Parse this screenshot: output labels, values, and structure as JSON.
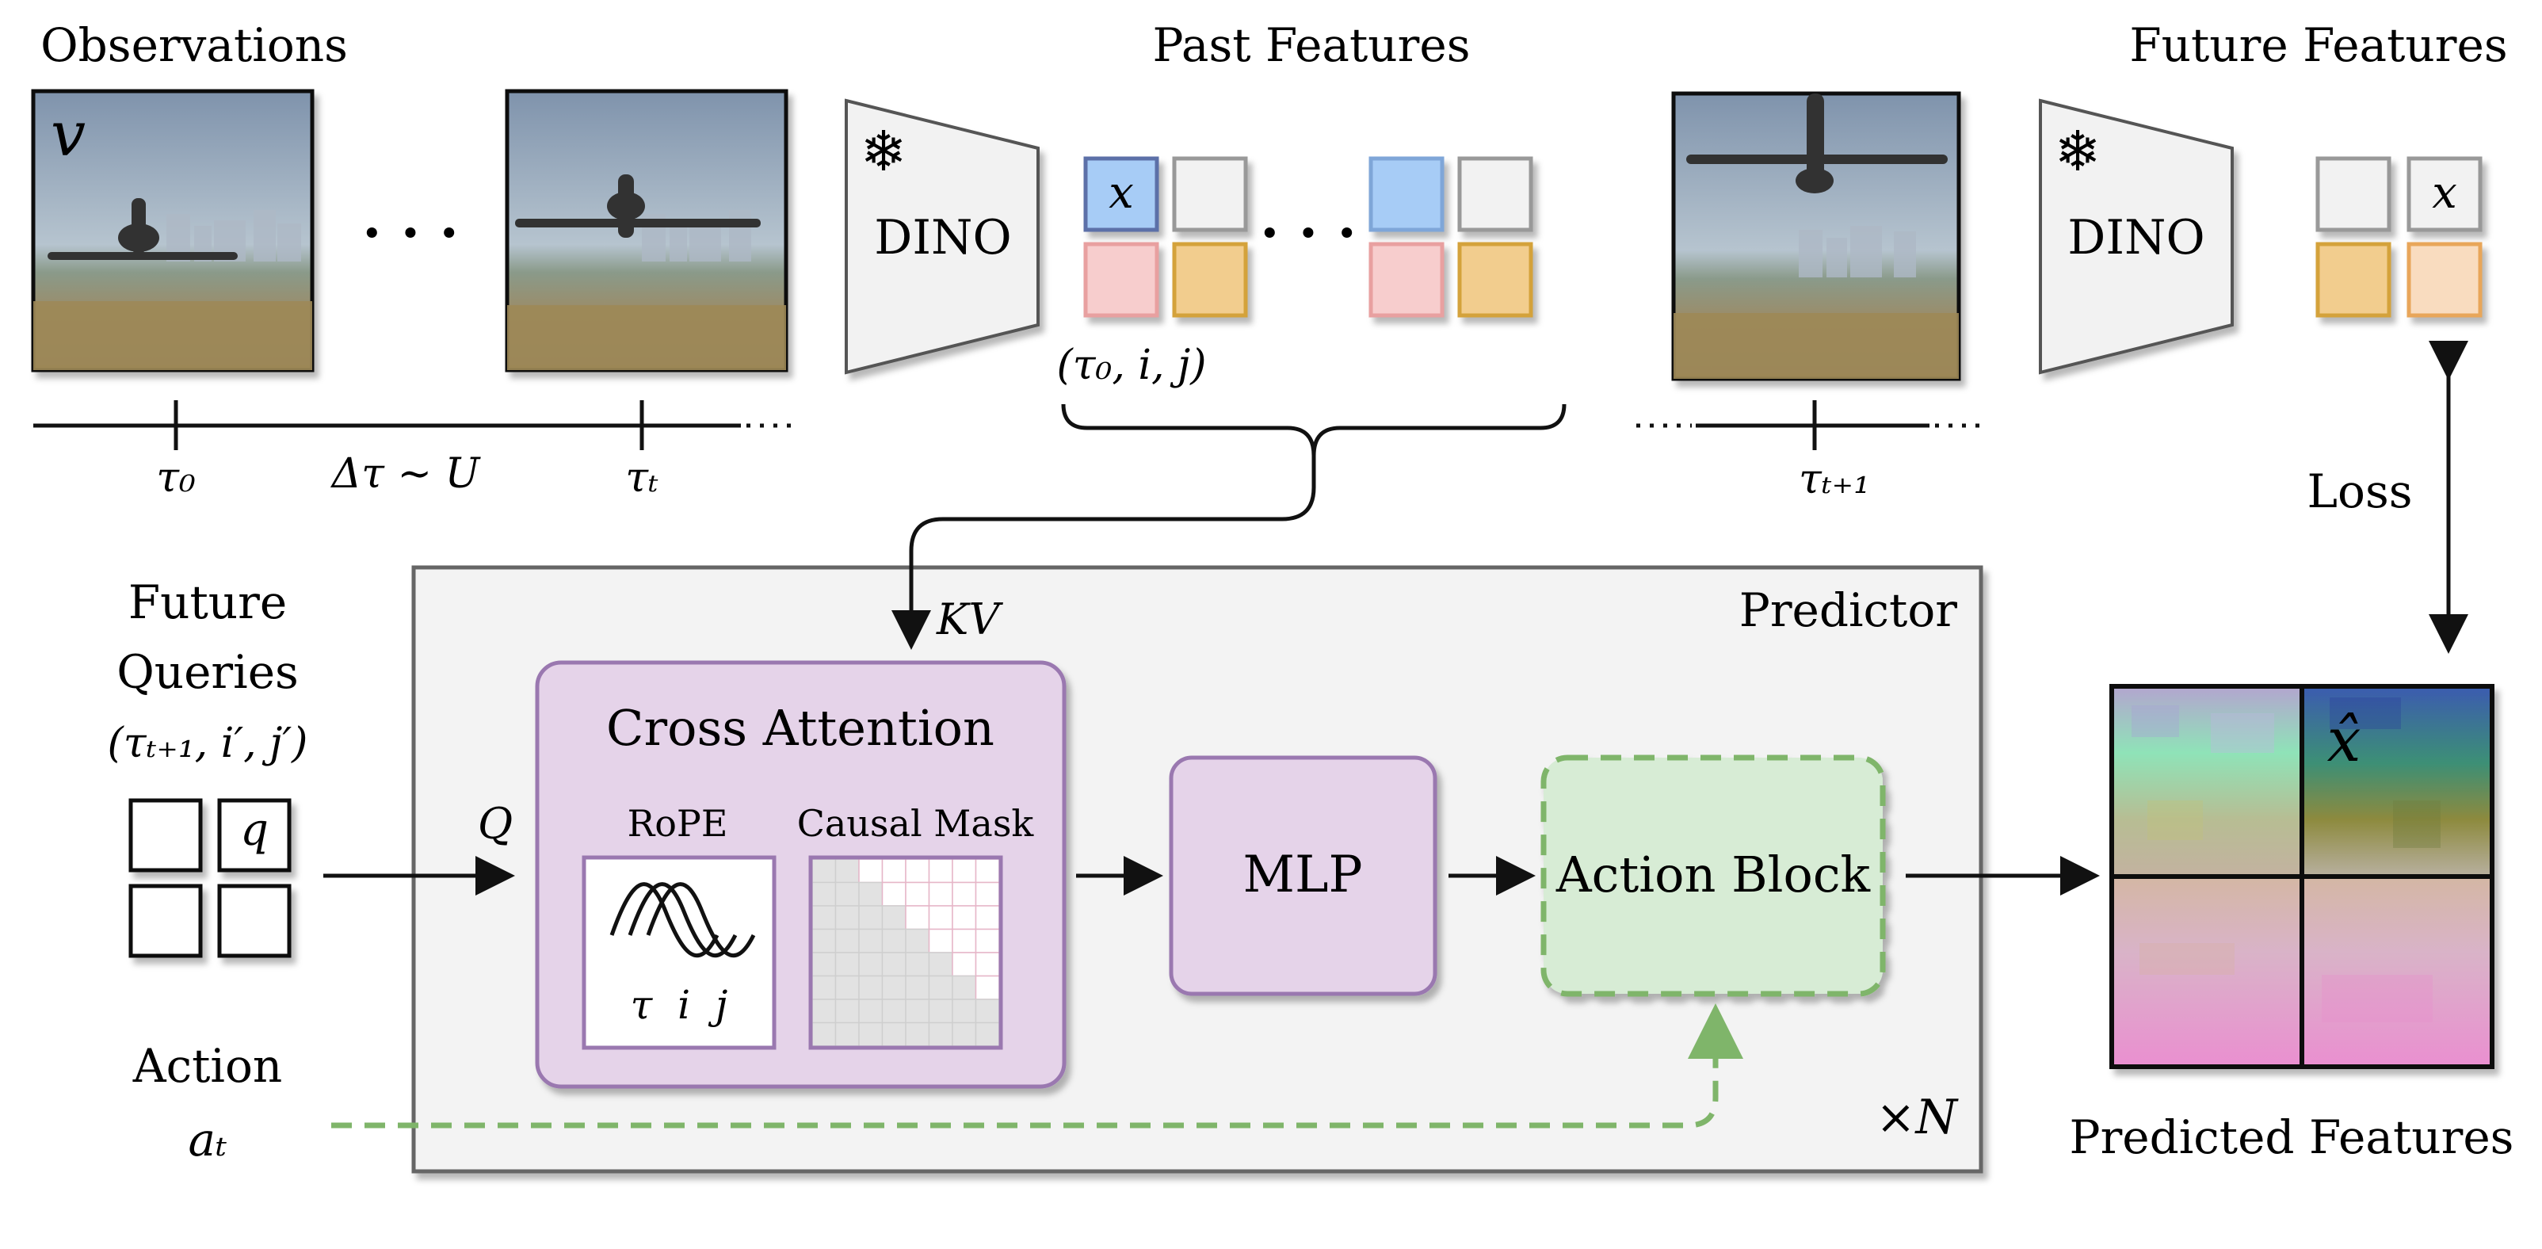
{
  "section_labels": {
    "observations": "Observations",
    "past_features": "Past Features",
    "future_features": "Future Features",
    "predicted_features": "Predicted Features",
    "loss": "Loss"
  },
  "timeline": {
    "tau0": "τ₀",
    "taut": "τₜ",
    "tau_t1": "τₜ₊₁",
    "delta": "Δτ ∼ U",
    "ellipsis": "· · ·"
  },
  "frame_label": "v",
  "encoder": {
    "name": "DINO",
    "frozen_icon": "snowflake-icon"
  },
  "feature_symbols": {
    "x": "x",
    "x_hat": "x̂",
    "q": "q",
    "past_index": "(τ₀, i, j)"
  },
  "queries": {
    "title_line1": "Future",
    "title_line2": "Queries",
    "index": "(τₜ₊₁, i′, j′)",
    "q_arrow": "Q"
  },
  "predictor": {
    "title": "Predictor",
    "kv": "KV",
    "repeat": "×N",
    "cross_attention": {
      "title": "Cross Attention",
      "rope_label": "RoPE",
      "rope_axes": "τ  i  j",
      "mask_label": "Causal Mask"
    },
    "mlp": "MLP",
    "action_block": "Action Block"
  },
  "action": {
    "title": "Action",
    "symbol": "aₜ"
  },
  "colors": {
    "blue": "#a7ccf6",
    "gray_tile": "#f2f2f2",
    "pink": "#f7cdcd",
    "orange": "#f2cd8e",
    "light_orange": "#f9dcbf",
    "purple_fill": "#e5d3e9",
    "purple_stroke": "#9a78b0",
    "green_fill": "#d7ecd5",
    "green_stroke": "#7fb56a",
    "predictor_bg": "#f3f3f3"
  }
}
